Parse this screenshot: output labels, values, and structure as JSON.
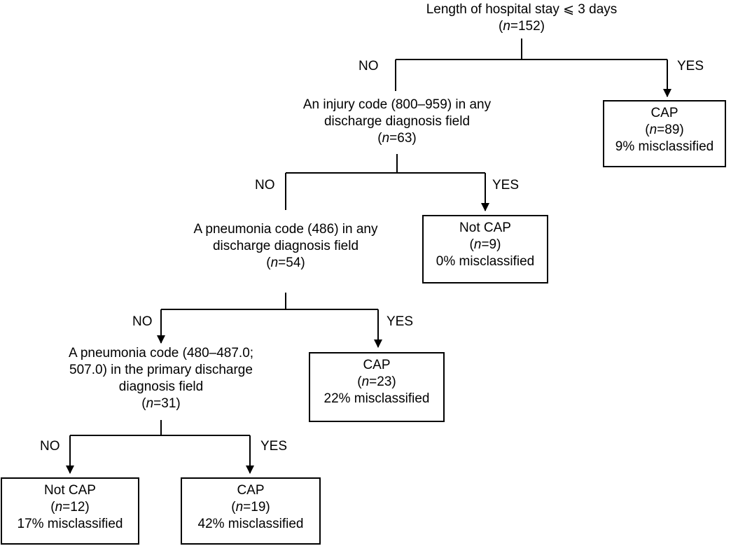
{
  "tree": {
    "root": {
      "question": "Length of hospital stay ⩽ 3 days",
      "n_prefix": "(",
      "n_var": "n",
      "n_value": "=152)",
      "no_label": "NO",
      "yes_label": "YES"
    },
    "node2": {
      "question_lines": [
        "An injury code (800–959) in any",
        "discharge diagnosis field"
      ],
      "n_prefix": "(",
      "n_var": "n",
      "n_value": "=63)",
      "no_label": "NO",
      "yes_label": "YES"
    },
    "node3": {
      "question_lines": [
        "A pneumonia code (486) in any",
        "discharge diagnosis field"
      ],
      "n_prefix": "(",
      "n_var": "n",
      "n_value": "=54)",
      "no_label": "NO",
      "yes_label": "YES"
    },
    "node4": {
      "question_lines": [
        "A pneumonia code (480–487.0;",
        "507.0) in the primary discharge",
        "diagnosis field"
      ],
      "n_prefix": "(",
      "n_var": "n",
      "n_value": "=31)",
      "no_label": "NO",
      "yes_label": "YES"
    },
    "leaves": {
      "cap_89": {
        "title": "CAP",
        "n_prefix": "(",
        "n_var": "n",
        "n_value": "=89)",
        "misclassified": "9% misclassified"
      },
      "notcap_9": {
        "title": "Not CAP",
        "n_prefix": "(",
        "n_var": "n",
        "n_value": "=9)",
        "misclassified": "0% misclassified"
      },
      "cap_23": {
        "title": "CAP",
        "n_prefix": "(",
        "n_var": "n",
        "n_value": "=23)",
        "misclassified": "22% misclassified"
      },
      "notcap_12": {
        "title": "Not CAP",
        "n_prefix": "(",
        "n_var": "n",
        "n_value": "=12)",
        "misclassified": "17% misclassified"
      },
      "cap_19": {
        "title": "CAP",
        "n_prefix": "(",
        "n_var": "n",
        "n_value": "=19)",
        "misclassified": "42% misclassified"
      }
    }
  }
}
